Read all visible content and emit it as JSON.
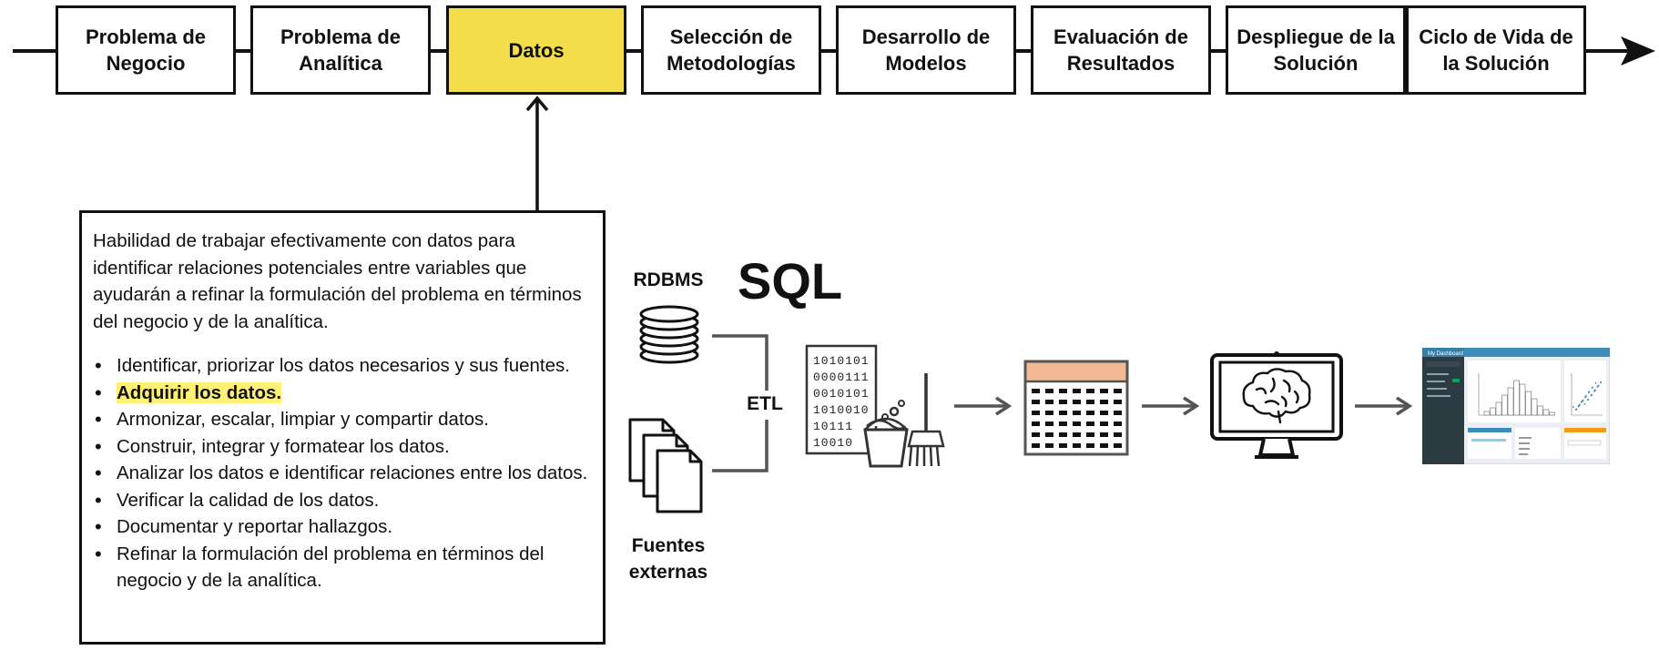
{
  "stages": [
    {
      "label": "Problema de\nNegocio",
      "active": false
    },
    {
      "label": "Problema de\nAnalítica",
      "active": false
    },
    {
      "label": "Datos",
      "active": true
    },
    {
      "label": "Selección de\nMetodologías",
      "active": false
    },
    {
      "label": "Desarrollo de\nModelos",
      "active": false
    },
    {
      "label": "Evaluación de\nResultados",
      "active": false
    },
    {
      "label": "Despliegue de la\nSolución",
      "active": false
    },
    {
      "label": "Ciclo de Vida de\nla Solución",
      "active": false
    }
  ],
  "info": {
    "description": "Habilidad de trabajar efectivamente con datos para identificar relaciones potenciales entre variables que ayudarán a refinar la formulación del problema en términos del negocio y de la analítica.",
    "bullets": [
      {
        "text": "Identificar, priorizar los datos necesarios y sus fuentes.",
        "highlight": false
      },
      {
        "text": "Adquirir los datos.",
        "highlight": true
      },
      {
        "text": "Armonizar, escalar, limpiar y compartir datos.",
        "highlight": false
      },
      {
        "text": "Construir, integrar y formatear los datos.",
        "highlight": false
      },
      {
        "text": "Analizar los datos e identificar relaciones entre los datos.",
        "highlight": false
      },
      {
        "text": "Verificar la calidad de los datos.",
        "highlight": false
      },
      {
        "text": "Documentar y reportar hallazgos.",
        "highlight": false
      },
      {
        "text": "Refinar la formulación del problema en términos del negocio y de la analítica.",
        "highlight": false
      }
    ]
  },
  "pipeline": {
    "rdbms_label": "RDBMS",
    "sql_label": "SQL",
    "etl_label": "ETL",
    "external_label": "Fuentes\nexternas",
    "binary_lines": [
      "1010101",
      "0000111",
      "0010101",
      "1010010",
      "10111",
      "10010"
    ],
    "dashboard_title": "My Dashboard"
  },
  "colors": {
    "active_stage": "#f4dd4a",
    "highlight": "#fff176",
    "table_header": "#f2b994",
    "arrow_gray": "#555555",
    "dashboard_sidebar": "#2c3b41",
    "dashboard_header": "#3c8dbc",
    "dashboard_orange": "#f39c12"
  },
  "icons": [
    "database-icon",
    "documents-icon",
    "binary-data-icon",
    "cleaning-bucket-icon",
    "broom-icon",
    "table-icon",
    "brain-monitor-icon",
    "dashboard-icon"
  ]
}
